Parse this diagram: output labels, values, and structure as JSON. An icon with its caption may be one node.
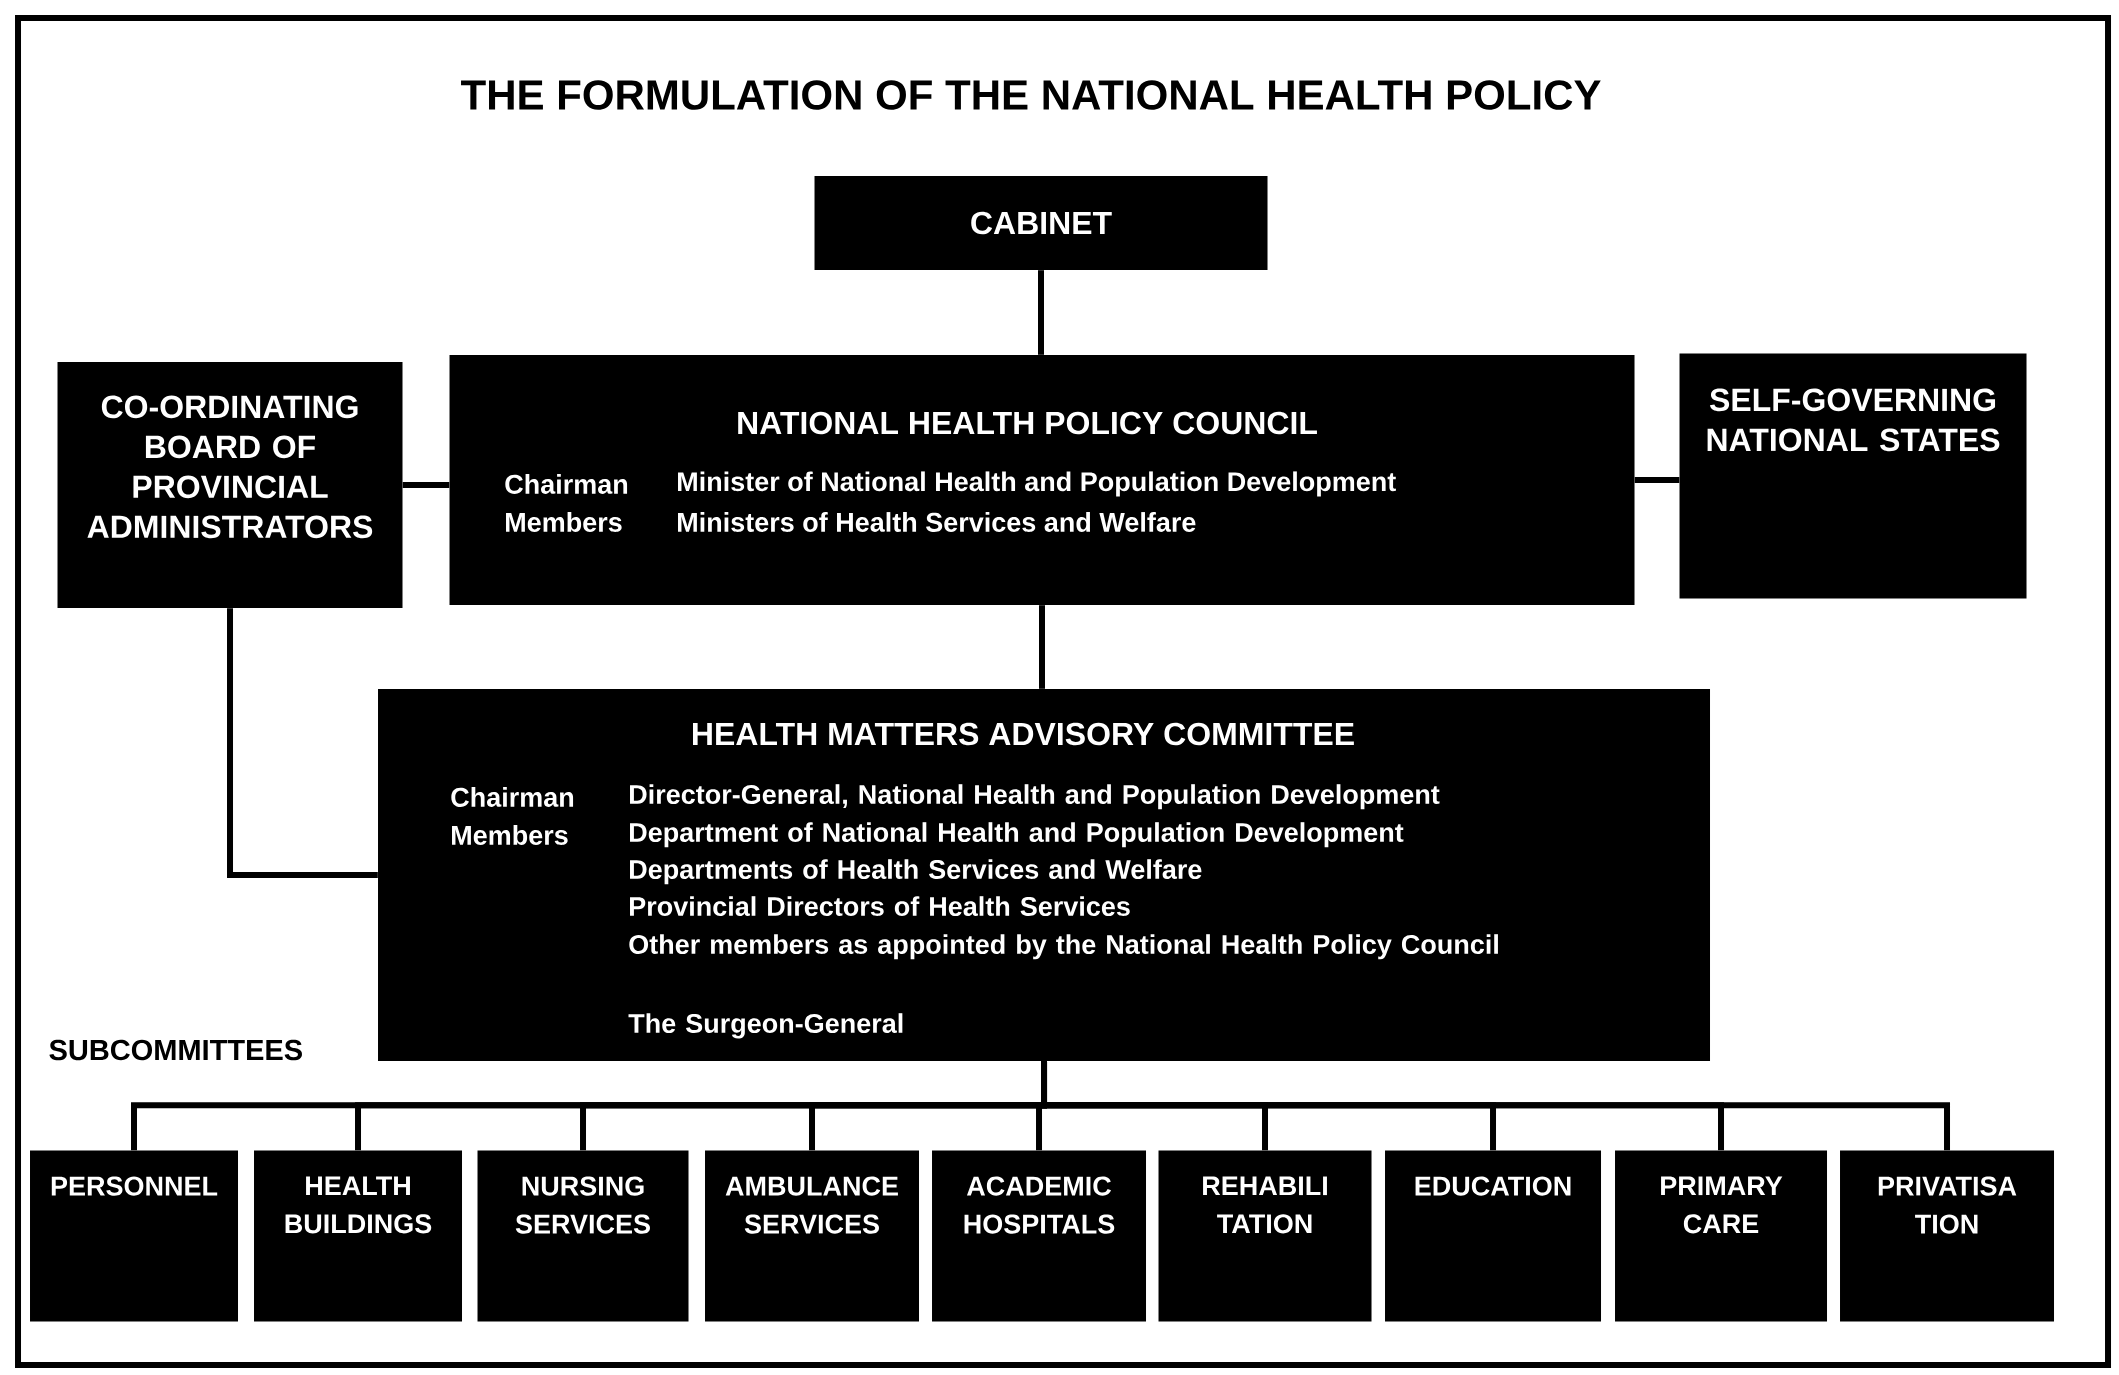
{
  "diagram": {
    "title": "THE FORMULATION OF THE NATIONAL HEALTH POLICY",
    "nodes": [
      {
        "text": [
          "CABINET"
        ]
      },
      {
        "text": [
          "CO-ORDINATING BOARD OF PROVINCIAL ADMINISTRATORS"
        ]
      },
      {
        "text": [
          "NATIONAL HEALTH POLICY COUNCIL",
          "Chairman",
          "Minister of National Health and Population Development",
          "Members",
          "Ministers of Health Services and Welfare"
        ]
      },
      {
        "text": [
          "SELF-GOVERNING NATIONAL STATES"
        ]
      },
      {
        "text": [
          "HEALTH MATTERS ADVISORY COMMITTEE",
          "Chairman",
          "Director-General, National Health and Population Development",
          "Members",
          "Department of National Health and Population Development",
          "Departments of Health Services and Welfare",
          "Provincial Directors of Health Services",
          "Other members as appointed by the National Health Policy Council",
          "The Surgeon-General"
        ]
      },
      {
        "text": [
          "PERSONNEL"
        ]
      },
      {
        "text": [
          "HEALTH BUILDINGS"
        ]
      },
      {
        "text": [
          "NURSING SERVICES"
        ]
      },
      {
        "text": [
          "AMBULANCE SERVICES"
        ]
      },
      {
        "text": [
          "ACADEMIC HOSPITALS"
        ]
      },
      {
        "text": [
          "REHABILI TATION"
        ]
      },
      {
        "text": [
          "EDUCATION"
        ]
      },
      {
        "text": [
          "PRIMARY CARE"
        ]
      },
      {
        "text": [
          "PRIVATISA TION"
        ]
      }
    ],
    "edges": [
      {
        "from": 0,
        "to": 2,
        "arrow": "none"
      },
      {
        "from": 1,
        "to": 2,
        "arrow": "none"
      },
      {
        "from": 2,
        "to": 3,
        "arrow": "none"
      },
      {
        "from": 2,
        "to": 4,
        "arrow": "none"
      },
      {
        "from": 1,
        "to": 4,
        "arrow": "none"
      },
      {
        "from": 4,
        "to": 5,
        "arrow": "none"
      },
      {
        "from": 4,
        "to": 6,
        "arrow": "none"
      },
      {
        "from": 4,
        "to": 7,
        "arrow": "none"
      },
      {
        "from": 4,
        "to": 8,
        "arrow": "none"
      },
      {
        "from": 4,
        "to": 9,
        "arrow": "none"
      },
      {
        "from": 4,
        "to": 10,
        "arrow": "none"
      },
      {
        "from": 4,
        "to": 11,
        "arrow": "none"
      },
      {
        "from": 4,
        "to": 12,
        "arrow": "none"
      },
      {
        "from": 4,
        "to": 13,
        "arrow": "none"
      }
    ],
    "labels": [
      "SUBCOMMITTEES"
    ]
  }
}
